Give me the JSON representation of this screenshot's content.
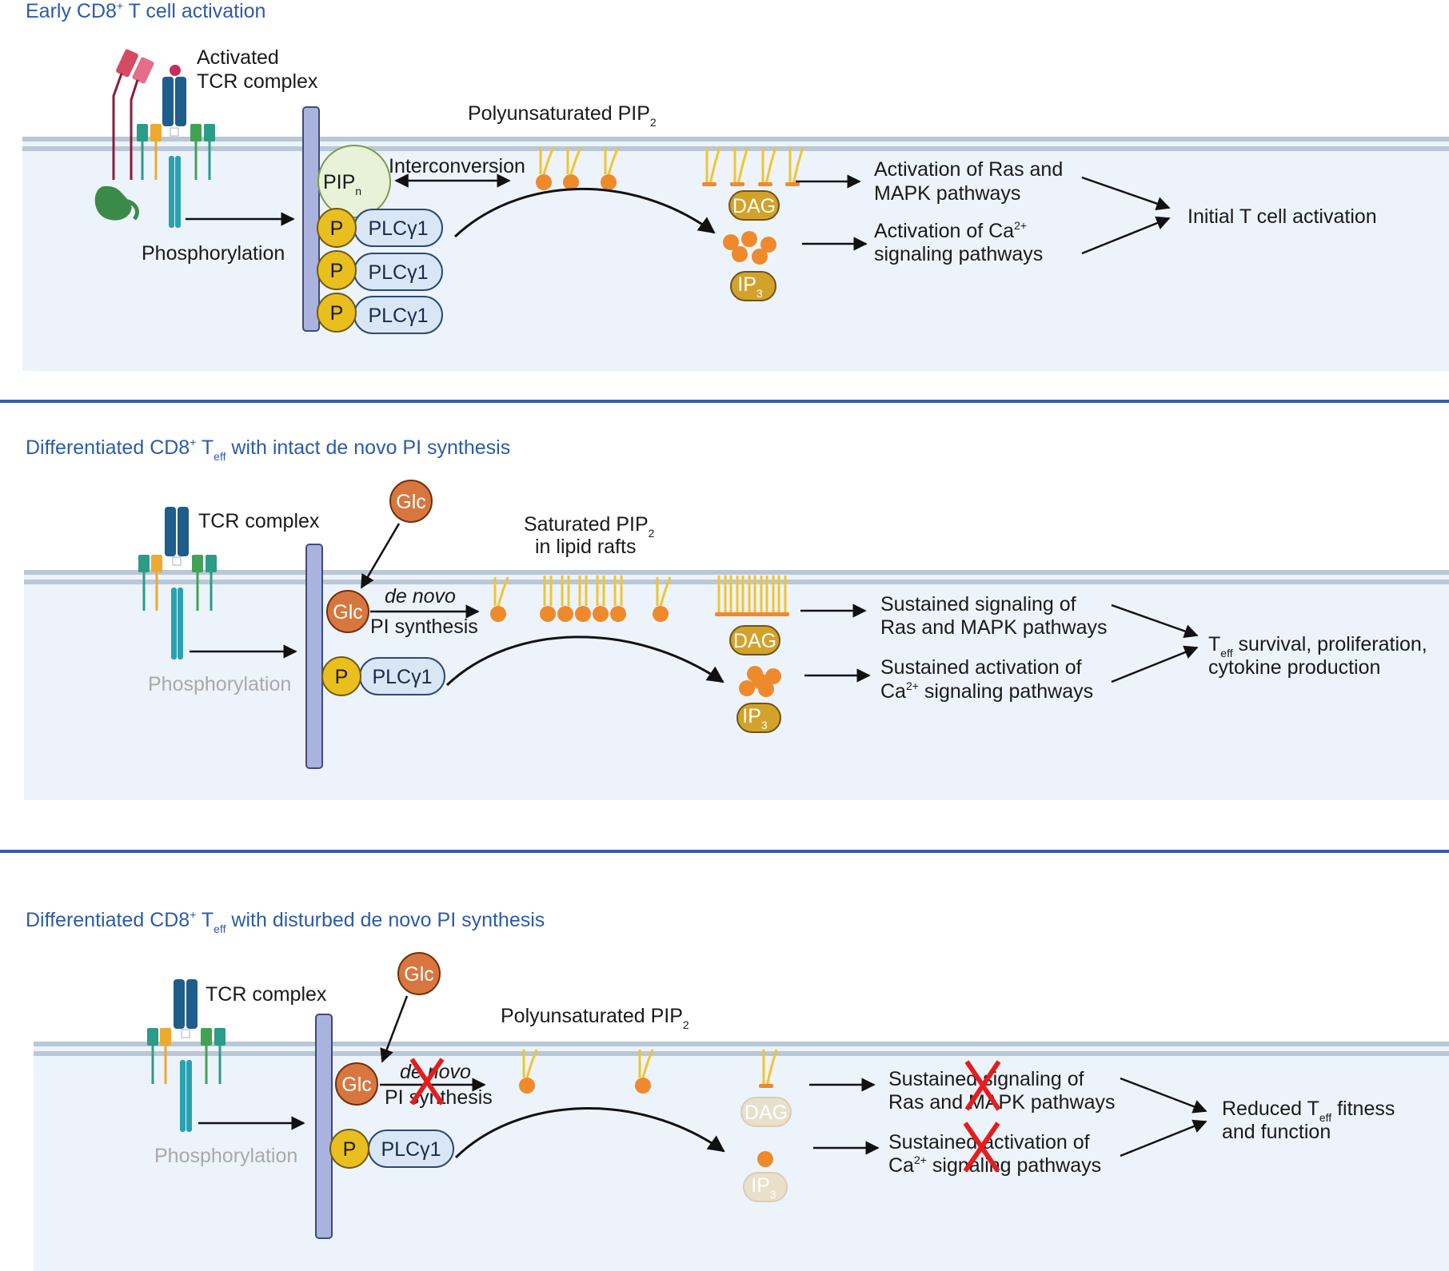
{
  "colors": {
    "title": "#2c5ba8",
    "divider": "#3b5aa6",
    "cytoplasm": "#edf3fb",
    "membrane": "#b9c7d6",
    "scaffold": "#aab3de",
    "plc": "#d8e6f6",
    "p_circle": "#e9be1f",
    "lipid_head": "#ee8a2c",
    "lipid_tail": "#f0c530",
    "dag_ip3": "#d3a22a",
    "glc": "#d7773f",
    "cross": "#e51d1d"
  },
  "panel1": {
    "title": {
      "pre": "Early CD8",
      "sup": "+",
      "post": " T cell activation"
    },
    "tcr_label_line1": "Activated",
    "tcr_label_line2": "TCR complex",
    "phosphorylation": "Phosphorylation",
    "pipn": {
      "main": "PIP",
      "sub": "n"
    },
    "interconversion": "Interconversion",
    "pip2_title": {
      "main": "Polyunsaturated PIP",
      "sub": "2"
    },
    "p": "P",
    "plc_labels": [
      "PLCγ1",
      "PLCγ1",
      "PLCγ1"
    ],
    "dag": "DAG",
    "ip3": {
      "main": "IP",
      "sub": "3"
    },
    "ras_line1": "Activation of Ras and",
    "ras_line2": "MAPK pathways",
    "ca_line1": {
      "main": "Activation of Ca",
      "sup": "2+"
    },
    "ca_line2": "signaling pathways",
    "outcome": "Initial T cell activation"
  },
  "panel2": {
    "title": {
      "pre": "Differentiated CD8",
      "sup": "+",
      "mid": " T",
      "sub": "eff",
      "post": " with intact de novo PI synthesis"
    },
    "tcr_label": "TCR complex",
    "glc": "Glc",
    "denovo": "de novo",
    "pi_synthesis": "PI synthesis",
    "pip2_line1": {
      "main": "Saturated PIP",
      "sub": "2"
    },
    "pip2_line2": "in lipid rafts",
    "phosphorylation": "Phosphorylation",
    "p": "P",
    "plc": "PLCγ1",
    "dag": "DAG",
    "ip3": {
      "main": "IP",
      "sub": "3"
    },
    "ras_line1": "Sustained signaling of",
    "ras_line2": "Ras and MAPK pathways",
    "ca_line1": "Sustained activation of",
    "ca_line2": {
      "pre": "Ca",
      "sup": "2+",
      "post": " signaling pathways"
    },
    "outcome_line1": {
      "pre": "T",
      "sub": "eff",
      "post": " survival, proliferation,"
    },
    "outcome_line2": "cytokine production"
  },
  "panel3": {
    "title": {
      "pre": "Differentiated CD8",
      "sup": "+",
      "mid": " T",
      "sub": "eff",
      "post": " with disturbed de novo PI synthesis"
    },
    "tcr_label": "TCR complex",
    "glc": "Glc",
    "denovo": "de novo",
    "pi_synthesis": "PI synthesis",
    "pip2_title": {
      "main": "Polyunsaturated PIP",
      "sub": "2"
    },
    "phosphorylation": "Phosphorylation",
    "p": "P",
    "plc": "PLCγ1",
    "dag": "DAG",
    "ip3": {
      "main": "IP",
      "sub": "3"
    },
    "ras_line1": "Sustained signaling of",
    "ras_line2": "Ras and MAPK pathways",
    "ca_line1": "Sustained activation of",
    "ca_line2": {
      "pre": "Ca",
      "sup": "2+",
      "post": " signaling pathways"
    },
    "outcome_line1": {
      "pre": "Reduced T",
      "sub": "eff",
      "post": " fitness"
    },
    "outcome_line2": "and function"
  }
}
